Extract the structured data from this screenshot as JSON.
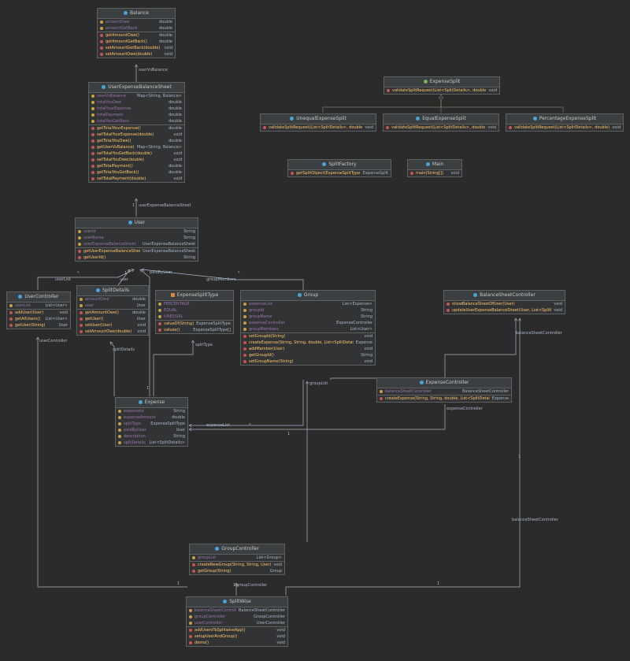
{
  "classes": {
    "balance": {
      "name": "Balance",
      "fields": [
        [
          "amountOwe",
          "double"
        ],
        [
          "amountGetBack",
          "double"
        ]
      ],
      "methods": [
        [
          "getAmountOwe()",
          "double"
        ],
        [
          "getAmountGetBack()",
          "double"
        ],
        [
          "setAmountGetBack(double)",
          "void"
        ],
        [
          "setAmountOwe(double)",
          "void"
        ]
      ]
    },
    "ueb": {
      "name": "UserExpenseBalanceSheet",
      "fields": [
        [
          "userVsBalance",
          "Map<String, Balance>"
        ],
        [
          "totalYouOwe",
          "double"
        ],
        [
          "totalYourExpense",
          "double"
        ],
        [
          "totalPayment",
          "double"
        ],
        [
          "totalYouGetBack",
          "double"
        ]
      ],
      "methods": [
        [
          "getTotalYourExpense()",
          "double"
        ],
        [
          "setTotalYourExpense(double)",
          "void"
        ],
        [
          "getTotalYouOwe()",
          "double"
        ],
        [
          "getUserVsBalance()",
          "Map<String, Balance>"
        ],
        [
          "setTotalYouGetBack(double)",
          "void"
        ],
        [
          "setTotalYouOwe(double)",
          "void"
        ],
        [
          "getTotalPayment()",
          "double"
        ],
        [
          "getTotalYouGetBack()",
          "double"
        ],
        [
          "setTotalPayment(double)",
          "void"
        ]
      ]
    },
    "user": {
      "name": "User",
      "fields": [
        [
          "userId",
          "String"
        ],
        [
          "userName",
          "String"
        ],
        [
          "userExpenseBalanceSheet",
          "UserExpenseBalanceSheet"
        ]
      ],
      "methods": [
        [
          "getUserExpenseBalanceSheet()",
          "UserExpenseBalanceSheet"
        ],
        [
          "getUserId()",
          "String"
        ]
      ]
    },
    "userController": {
      "name": "UserController",
      "fields": [
        [
          "userList",
          "List<User>"
        ]
      ],
      "methods": [
        [
          "addUser(User)",
          "void"
        ],
        [
          "getAllUsers()",
          "List<User>"
        ],
        [
          "getUser(String)",
          "User"
        ]
      ]
    },
    "splitDetails": {
      "name": "SplitDetails",
      "fields": [
        [
          "amountOwe",
          "double"
        ],
        [
          "user",
          "User"
        ]
      ],
      "methods": [
        [
          "getAmountOwe()",
          "double"
        ],
        [
          "getUser()",
          "User"
        ],
        [
          "setUser(User)",
          "void"
        ],
        [
          "setAmountOwe(double)",
          "void"
        ]
      ]
    },
    "expenseSplitType": {
      "name": "ExpenseSplitType",
      "fields": [
        [
          "PERCENTAGE",
          ""
        ],
        [
          "EQUAL",
          ""
        ],
        [
          "UNEQUAL",
          ""
        ]
      ],
      "methods": [
        [
          "valueOf(String)",
          "ExpenseSplitType"
        ],
        [
          "values()",
          "ExpenseSplitType[]"
        ]
      ]
    },
    "group": {
      "name": "Group",
      "fields": [
        [
          "expenseList",
          "List<Expense>"
        ],
        [
          "groupId",
          "String"
        ],
        [
          "groupName",
          "String"
        ],
        [
          "expenseController",
          "ExpenseController"
        ],
        [
          "groupMembers",
          "List<User>"
        ]
      ],
      "methods": [
        [
          "setGroupId(String)",
          "void"
        ],
        [
          "createExpense(String, String, double, List<SplitDetails>, ExpenseSp",
          "Expense"
        ],
        [
          "addMember(User)",
          "void"
        ],
        [
          "getGroupId()",
          "String"
        ],
        [
          "setGroupName(String)",
          "void"
        ]
      ]
    },
    "expenseSplit": {
      "name": "ExpenseSplit",
      "fields": [],
      "methods": [
        [
          "validateSplitRequest(List<SplitDetails>, double)",
          "void"
        ]
      ]
    },
    "unequalSplit": {
      "name": "UnequalExpenseSplit",
      "fields": [],
      "methods": [
        [
          "validateSplitRequest(List<SplitDetails>, double)",
          "void"
        ]
      ]
    },
    "equalSplit": {
      "name": "EqualExpenseSplit",
      "fields": [],
      "methods": [
        [
          "validateSplitRequest(List<SplitDetails>, double)",
          "void"
        ]
      ]
    },
    "percentSplit": {
      "name": "PercentageExpenseSplit",
      "fields": [],
      "methods": [
        [
          "validateSplitRequest(List<SplitDetails>, double)",
          "void"
        ]
      ]
    },
    "splitFactory": {
      "name": "SplitFactory",
      "fields": [],
      "methods": [
        [
          "getSplitObject(ExpenseSplitType)",
          "ExpenseSplit"
        ]
      ]
    },
    "main": {
      "name": "Main",
      "fields": [],
      "methods": [
        [
          "main(String[])",
          "void"
        ]
      ]
    },
    "bsc": {
      "name": "BalanceSheetController",
      "fields": [],
      "methods": [
        [
          "showBalanceSheetOfUser(User)",
          "void"
        ],
        [
          "updateUserExpenseBalanceSheet(User, List<SplitDetails>, double)",
          "void"
        ]
      ]
    },
    "expenseController": {
      "name": "ExpenseController",
      "fields": [
        [
          "balanceSheetController",
          "BalanceSheetController"
        ]
      ],
      "methods": [
        [
          "createExpense(String, String, double, List<SplitDetails>, Expense",
          "Expense"
        ]
      ]
    },
    "expense": {
      "name": "Expense",
      "fields": [
        [
          "expenseId",
          "String"
        ],
        [
          "expenseAmount",
          "double"
        ],
        [
          "splitType",
          "ExpenseSplitType"
        ],
        [
          "paidByUser",
          "User"
        ],
        [
          "description",
          "String"
        ],
        [
          "splitDetails",
          "List<SplitDetails>"
        ]
      ],
      "methods": []
    },
    "groupController": {
      "name": "GroupController",
      "fields": [
        [
          "groupList",
          "List<Group>"
        ]
      ],
      "methods": [
        [
          "createNewGroup(String, String, User)",
          "void"
        ],
        [
          "getGroup(String)",
          "Group"
        ]
      ]
    },
    "splitwise": {
      "name": "SplitWise",
      "fields": [
        [
          "balanceSheetController",
          "BalanceSheetController"
        ],
        [
          "groupController",
          "GroupController"
        ],
        [
          "userController",
          "UserController"
        ]
      ],
      "methods": [
        [
          "addUsersToSplitwiseApp()",
          "void"
        ],
        [
          "setupUserAndGroup()",
          "void"
        ],
        [
          "demo()",
          "void"
        ]
      ]
    }
  },
  "labels": {
    "userVsBalance": "userVsBalance",
    "ueb1": "1",
    "uebAssoc": "userExpenseBalanceSheet",
    "userList": "userList",
    "userLbl": "user",
    "star1": "*",
    "one1": "1",
    "paidByUser": "paidByUser",
    "groupMembers": "groupMembers",
    "star2": "*",
    "one2": "1",
    "splitDetails": "splitDetails",
    "splitType": "splitType",
    "ucLbl": "userController",
    "groupList": "groupList",
    "expenseList": "expenseList",
    "expenseController": "expenseController",
    "bscLbl": "balanceSheetController",
    "bscLbl2": "balanceSheetController",
    "groupControllerLbl": "groupController",
    "oneA": "1",
    "oneB": "1",
    "oneC": "1",
    "starC": "*",
    "oneD": "1",
    "oneE": "1"
  },
  "colors": {
    "background": "#2b2b2b",
    "box": "#313335",
    "border": "#5e6060",
    "field": "#9876aa",
    "method": "#ffc66d",
    "line": "#a9b7c6",
    "inherit": "#6a8759"
  }
}
